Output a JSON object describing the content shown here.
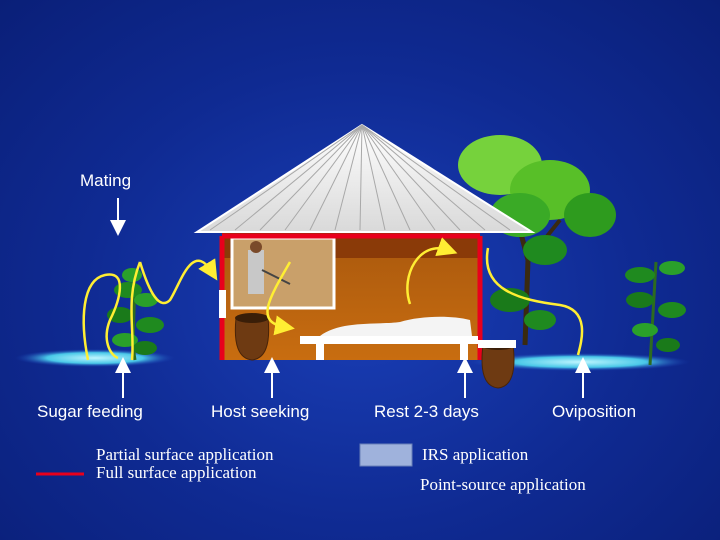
{
  "labels": {
    "mating": "Mating",
    "sugar_feeding": "Sugar feeding",
    "host_seeking": "Host seeking",
    "rest": "Rest 2-3 days",
    "oviposition": "Oviposition"
  },
  "legend": {
    "partial": "Partial surface application",
    "full": "Full surface application",
    "irs": "IRS application",
    "point_source": "Point-source application"
  },
  "colors": {
    "background": "#0f2a92",
    "flight_path": "#ffee33",
    "treated_wall": "#e8001c",
    "irs_swatch": "#9fb2dc",
    "foliage": "#1f8a1f"
  }
}
